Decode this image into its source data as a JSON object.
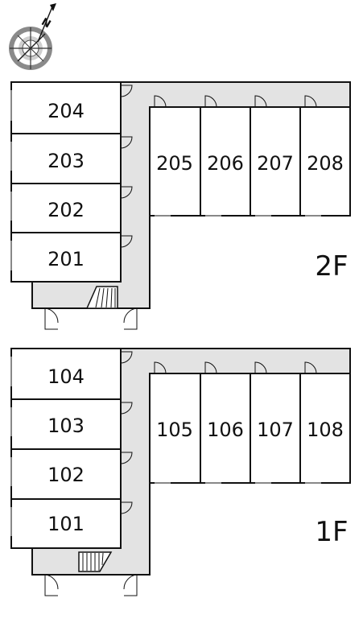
{
  "compass": {
    "letter": "N"
  },
  "floors": [
    {
      "label": "2F",
      "left_rooms": [
        "204",
        "203",
        "202",
        "201"
      ],
      "right_rooms": [
        "205",
        "206",
        "207",
        "208"
      ]
    },
    {
      "label": "1F",
      "left_rooms": [
        "104",
        "103",
        "102",
        "101"
      ],
      "right_rooms": [
        "105",
        "106",
        "107",
        "108"
      ]
    }
  ],
  "colors": {
    "corridor": "#e3e3e3",
    "wall": "#111111",
    "room": "#ffffff"
  }
}
